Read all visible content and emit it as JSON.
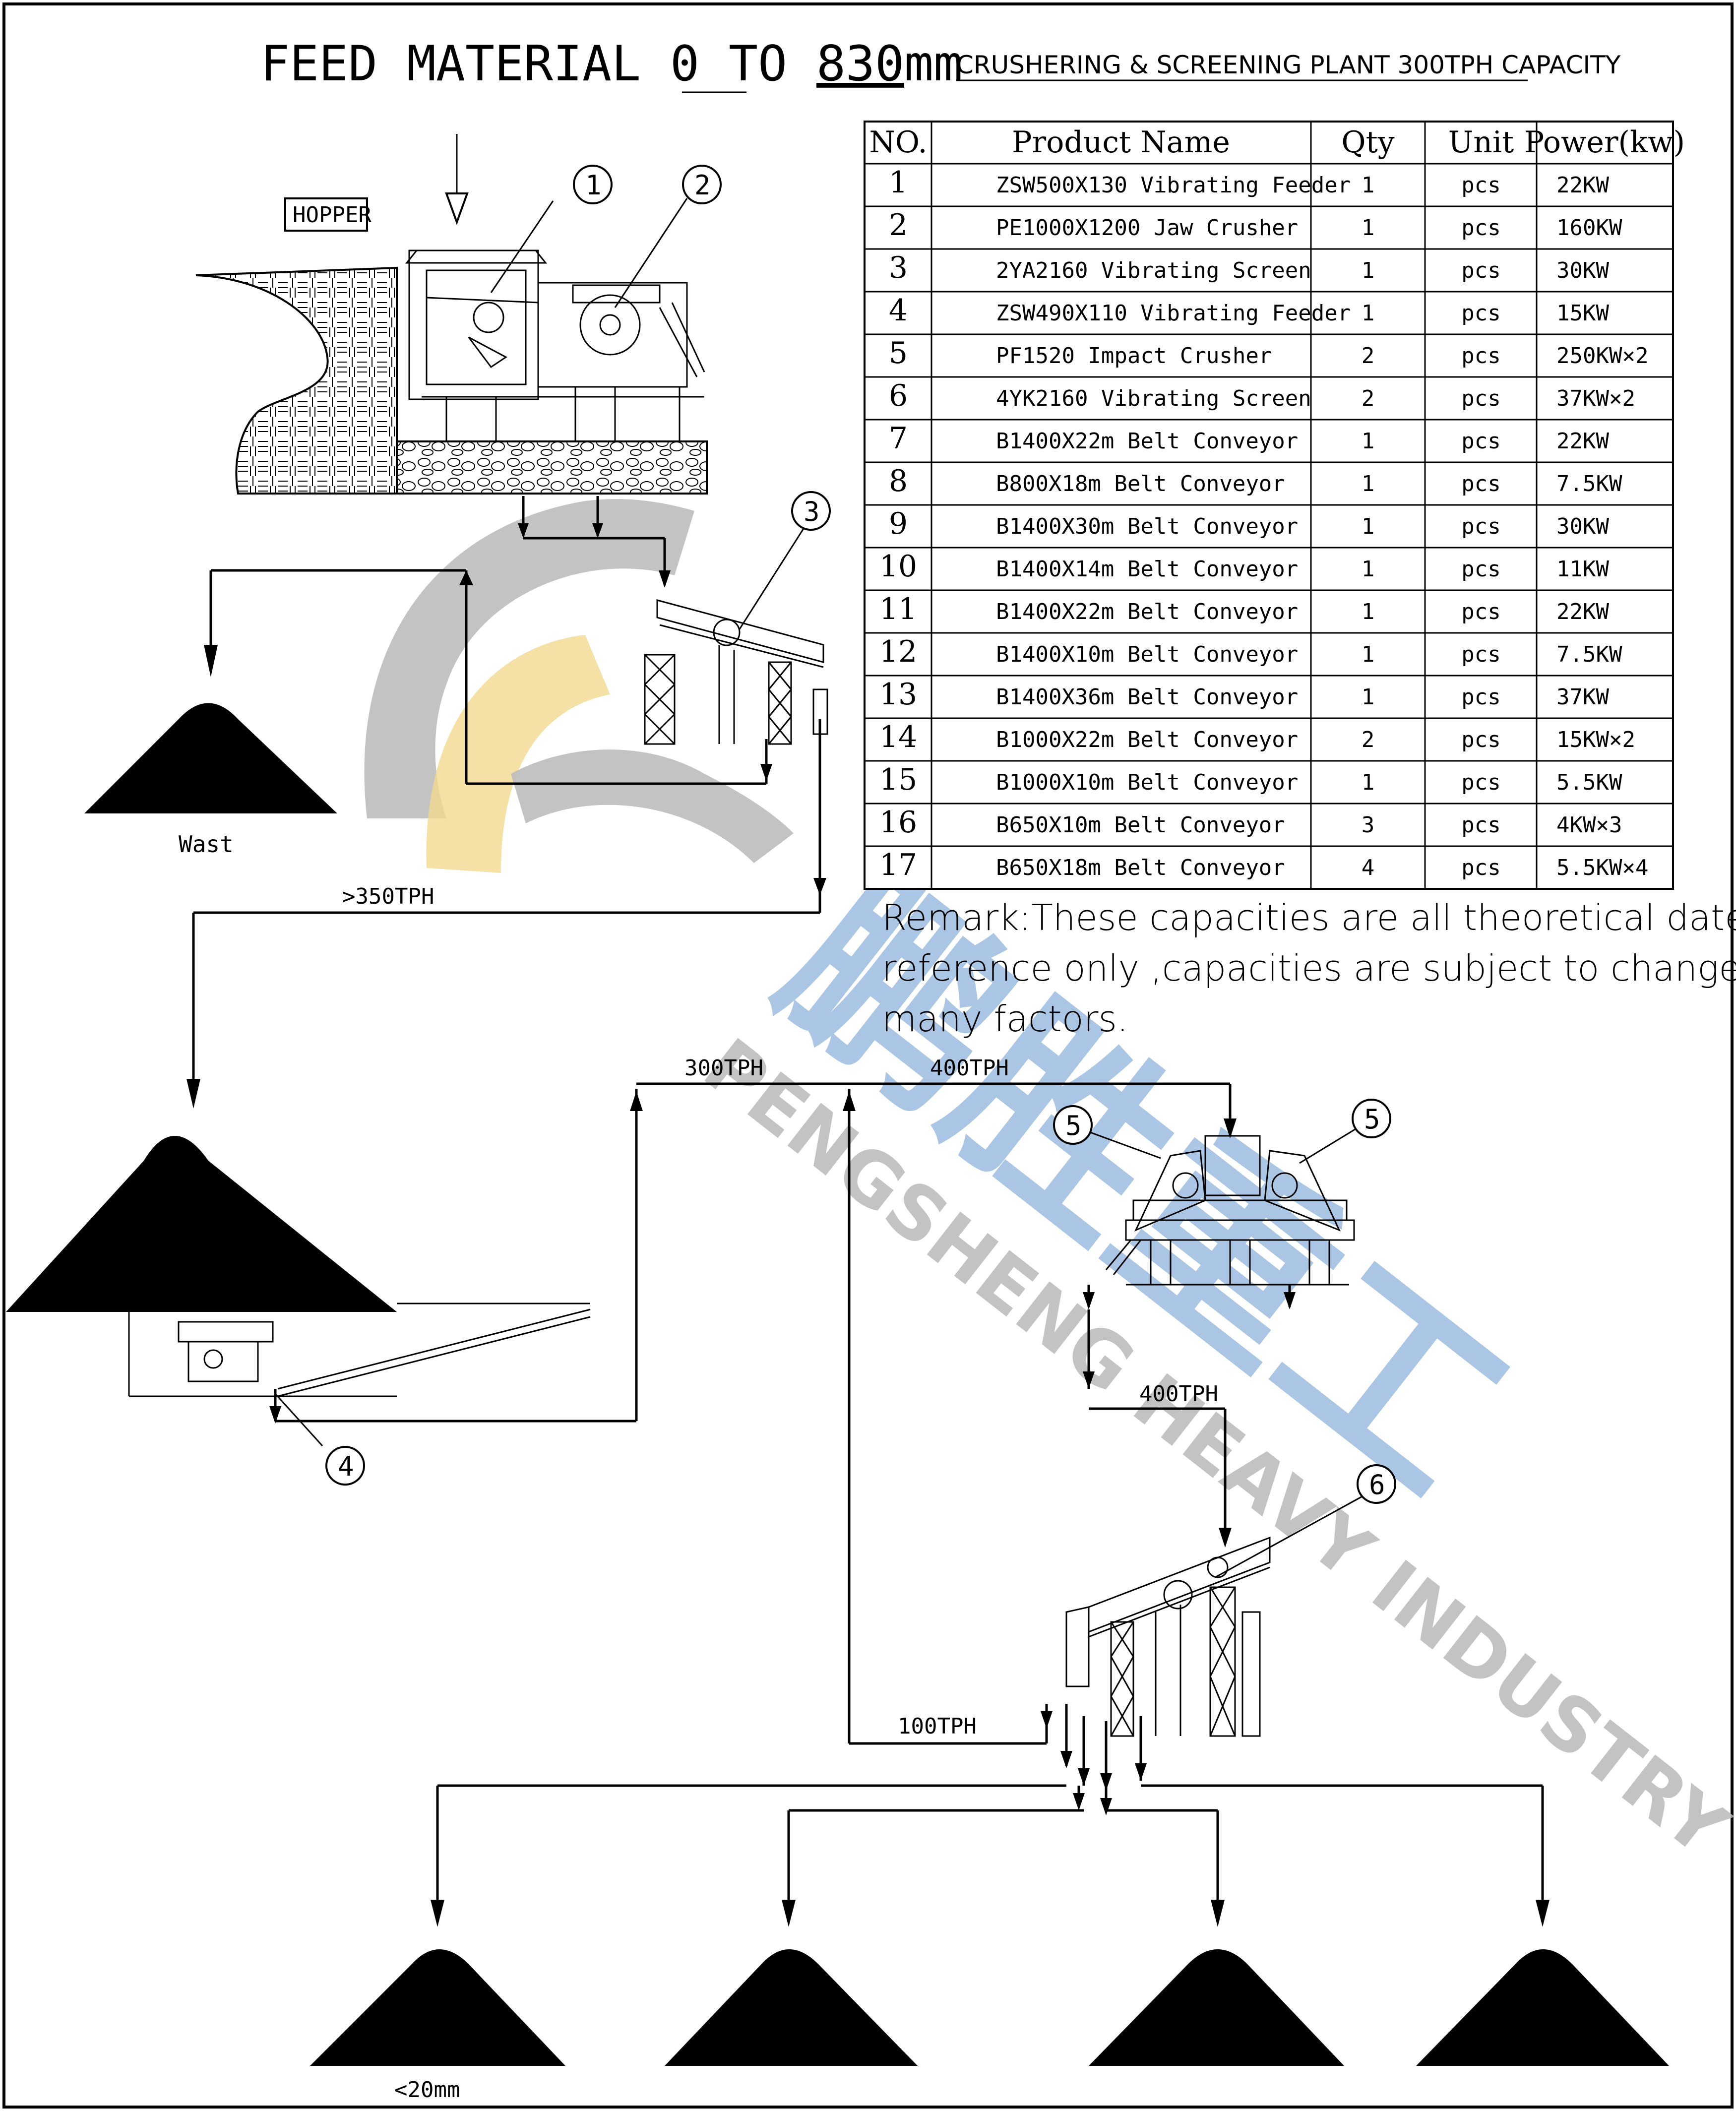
{
  "title": {
    "prefix": "FEED MATERIAL 0 TO ",
    "size": "830",
    "unit": "mm"
  },
  "plant_title": "CRUSHERING & SCREENING PLANT 300TPH CAPACITY",
  "hopper_label": "HOPPER",
  "table": {
    "headers": [
      "NO.",
      "Product Name",
      "Qty",
      "Unit",
      "Power(kw)"
    ],
    "rows": [
      [
        "1",
        "ZSW500X130 Vibrating Feeder",
        "1",
        "pcs",
        "22KW"
      ],
      [
        "2",
        "PE1000X1200 Jaw Crusher",
        "1",
        "pcs",
        "160KW"
      ],
      [
        "3",
        "2YA2160 Vibrating Screen",
        "1",
        "pcs",
        "30KW"
      ],
      [
        "4",
        "ZSW490X110 Vibrating Feeder",
        "1",
        "pcs",
        "15KW"
      ],
      [
        "5",
        "PF1520 Impact Crusher",
        "2",
        "pcs",
        "250KW×2"
      ],
      [
        "6",
        "4YK2160 Vibrating Screen",
        "2",
        "pcs",
        "37KW×2"
      ],
      [
        "7",
        "B1400X22m Belt Conveyor",
        "1",
        "pcs",
        "22KW"
      ],
      [
        "8",
        "B800X18m Belt Conveyor",
        "1",
        "pcs",
        "7.5KW"
      ],
      [
        "9",
        "B1400X30m Belt Conveyor",
        "1",
        "pcs",
        "30KW"
      ],
      [
        "10",
        "B1400X14m Belt Conveyor",
        "1",
        "pcs",
        "11KW"
      ],
      [
        "11",
        "B1400X22m Belt Conveyor",
        "1",
        "pcs",
        "22KW"
      ],
      [
        "12",
        "B1400X10m Belt Conveyor",
        "1",
        "pcs",
        "7.5KW"
      ],
      [
        "13",
        "B1400X36m Belt Conveyor",
        "1",
        "pcs",
        "37KW"
      ],
      [
        "14",
        "B1000X22m Belt Conveyor",
        "2",
        "pcs",
        "15KW×2"
      ],
      [
        "15",
        "B1000X10m Belt Conveyor",
        "1",
        "pcs",
        "5.5KW"
      ],
      [
        "16",
        "B650X10m Belt Conveyor",
        "3",
        "pcs",
        "4KW×3"
      ],
      [
        "17",
        "B650X18m Belt Conveyor",
        "4",
        "pcs",
        "5.5KW×4"
      ]
    ]
  },
  "remark": [
    "Remark:These capacities are all theoretical date for",
    "reference only ,capacities are subject to change for",
    "many factors."
  ],
  "flow_labels": {
    "waste": "Wast",
    "over_350": ">350TPH",
    "tph_300": "300TPH",
    "tph_400_top": "400TPH",
    "tph_400_mid": "400TPH",
    "tph_100": "100TPH",
    "lt_20mm": "<20mm"
  },
  "callouts": [
    "1",
    "2",
    "3",
    "4",
    "5",
    "5",
    "6"
  ],
  "watermark": {
    "brand_en": "PENGSHENG HEAVY INDUSTRY",
    "brand_cn": "鹏胜重工"
  },
  "colors": {
    "watermark_blue": "#8fb2dc",
    "watermark_gray": "#b9b9b9",
    "watermark_yellow": "#f3d98f"
  }
}
